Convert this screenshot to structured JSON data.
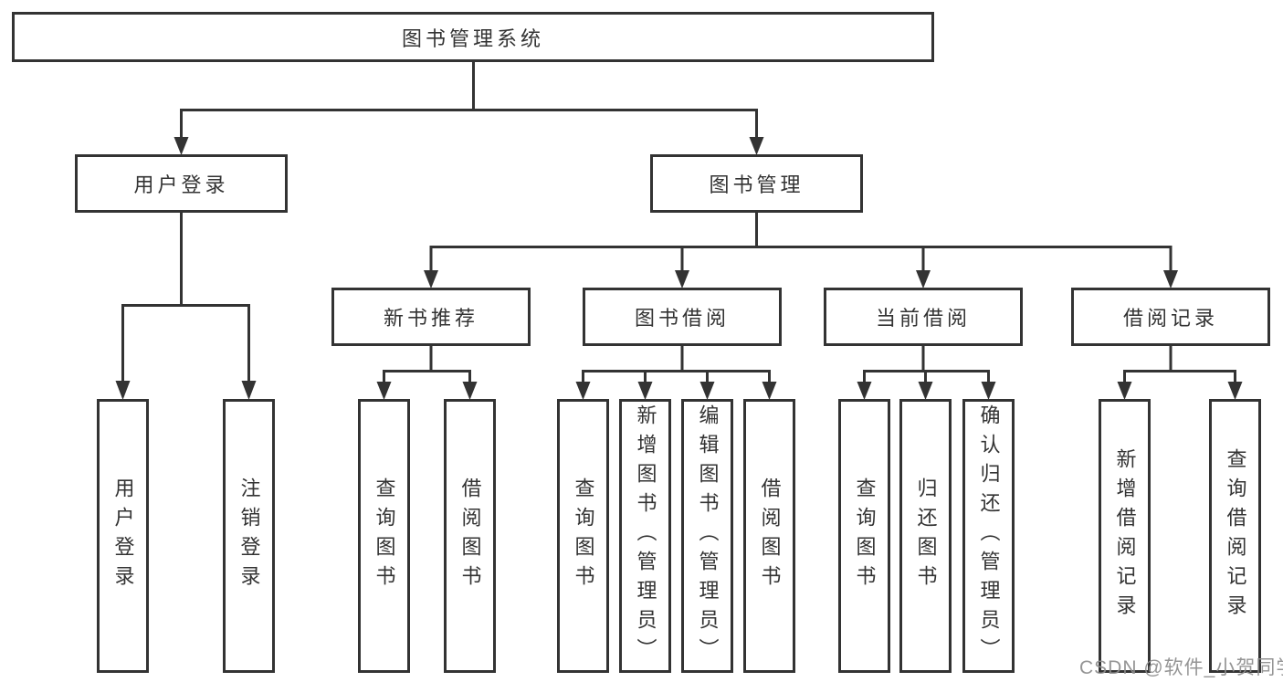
{
  "tree": {
    "root": {
      "label": "图书管理系统"
    },
    "branches": [
      {
        "label": "用户登录",
        "children": [
          {
            "label": "用户登录"
          },
          {
            "label": "注销登录"
          }
        ]
      },
      {
        "label": "图书管理",
        "children": [
          {
            "label": "新书推荐",
            "children": [
              {
                "label": "查询图书"
              },
              {
                "label": "借阅图书"
              }
            ]
          },
          {
            "label": "图书借阅",
            "children": [
              {
                "label": "查询图书"
              },
              {
                "label": "新增图书（管理员）"
              },
              {
                "label": "编辑图书（管理员）"
              },
              {
                "label": "借阅图书"
              }
            ]
          },
          {
            "label": "当前借阅",
            "children": [
              {
                "label": "查询图书"
              },
              {
                "label": "归还图书"
              },
              {
                "label": "确认归还（管理员）"
              }
            ]
          },
          {
            "label": "借阅记录",
            "children": [
              {
                "label": "新增借阅记录"
              },
              {
                "label": "查询借阅记录"
              }
            ]
          }
        ]
      }
    ]
  },
  "watermark": {
    "text": "CSDN @软件_小贺同学"
  },
  "colors": {
    "line": "#333333",
    "box_border": "#333333",
    "box_background": "#ffffff",
    "text": "#333333",
    "watermark": "#8c8c8c"
  }
}
